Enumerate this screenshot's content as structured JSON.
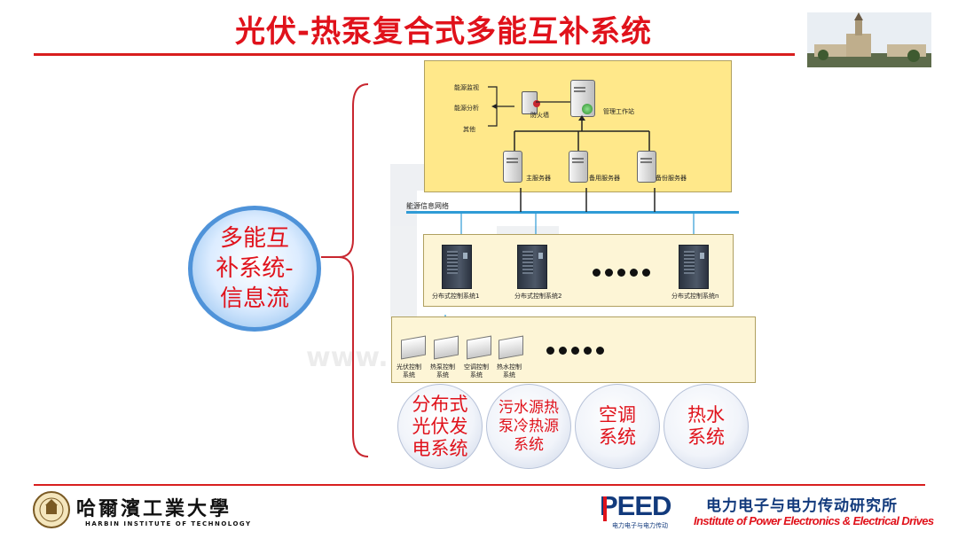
{
  "title": "光伏-热泵复合式多能互补系统",
  "main_bubble": [
    "多能互",
    "补系统-",
    "信息流"
  ],
  "top_panel": {
    "left_labels": [
      "能源监视",
      "能源分析",
      "其他"
    ],
    "firewall": "防火墙",
    "workstation": "管理工作站",
    "servers": [
      "主服务器",
      "备用服务器",
      "备份服务器"
    ]
  },
  "network_label": "能源信息网络",
  "mid_panel": {
    "systems": [
      "分布式控制系统1",
      "分布式控制系统2",
      "分布式控制系统n"
    ]
  },
  "low_panel": {
    "units": [
      [
        "光伏控制",
        "系统"
      ],
      [
        "热泵控制",
        "系统"
      ],
      [
        "空调控制",
        "系统"
      ],
      [
        "热水控制",
        "系统"
      ]
    ]
  },
  "bottom_bubbles": [
    [
      "分布式",
      "光伏发",
      "电系统"
    ],
    [
      "污水源热",
      "泵冷热源",
      "系统"
    ],
    [
      "空调",
      "系统"
    ],
    [
      "热水",
      "系统"
    ]
  ],
  "watermark": "www.                   an.com",
  "footer": {
    "university_cn": "哈爾濱工業大學",
    "university_en": "HARBIN INSTITUTE OF TECHNOLOGY",
    "peed_logo": "PEED",
    "peed_sub": "电力电子与电力传动",
    "institute_cn": "电力电子与电力传动研究所",
    "institute_en": "Institute of Power Electronics & Electrical Drives"
  },
  "colors": {
    "title_red": "#e0121b",
    "panel_yellow": "#ffe88a",
    "panel_cream": "#fdf5d6",
    "network_blue": "#2f9bd6"
  }
}
